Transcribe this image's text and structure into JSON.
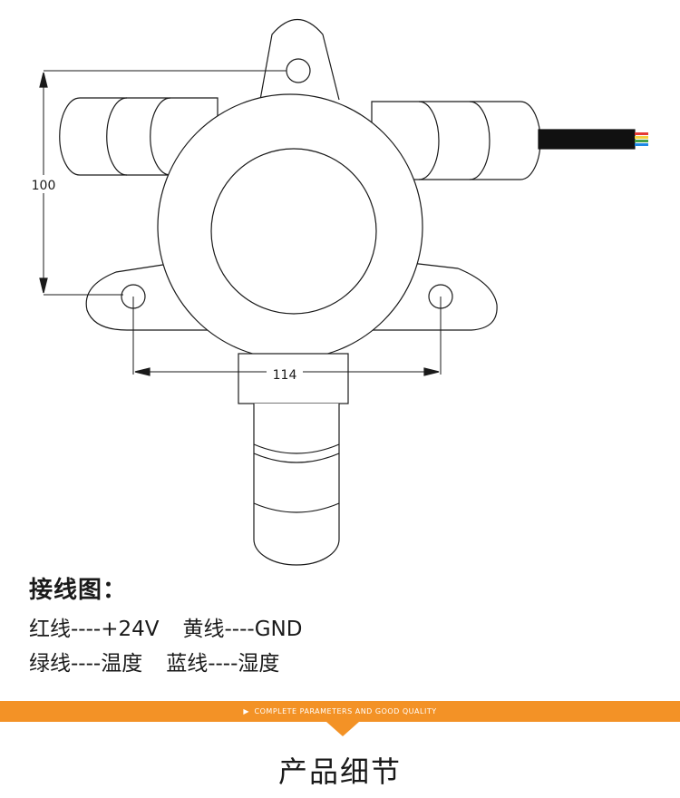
{
  "dimensions": {
    "height": "100",
    "width": "114"
  },
  "wiring": {
    "title": "接线图：",
    "rows": [
      [
        {
          "color": "红线",
          "sep": "----",
          "fn": "+24V"
        },
        {
          "color": "黄线",
          "sep": "----",
          "fn": "GND"
        }
      ],
      [
        {
          "color": "绿线",
          "sep": "----",
          "fn": "温度"
        },
        {
          "color": "蓝线",
          "sep": "----",
          "fn": "湿度"
        }
      ]
    ]
  },
  "band": {
    "text": "COMPLETE PARAMETERS AND GOOD QUALITY",
    "color": "#f39226"
  },
  "section_title": "产品细节",
  "wire_colors": [
    "#e53935",
    "#f4d03f",
    "#43a047",
    "#1e88e5"
  ]
}
